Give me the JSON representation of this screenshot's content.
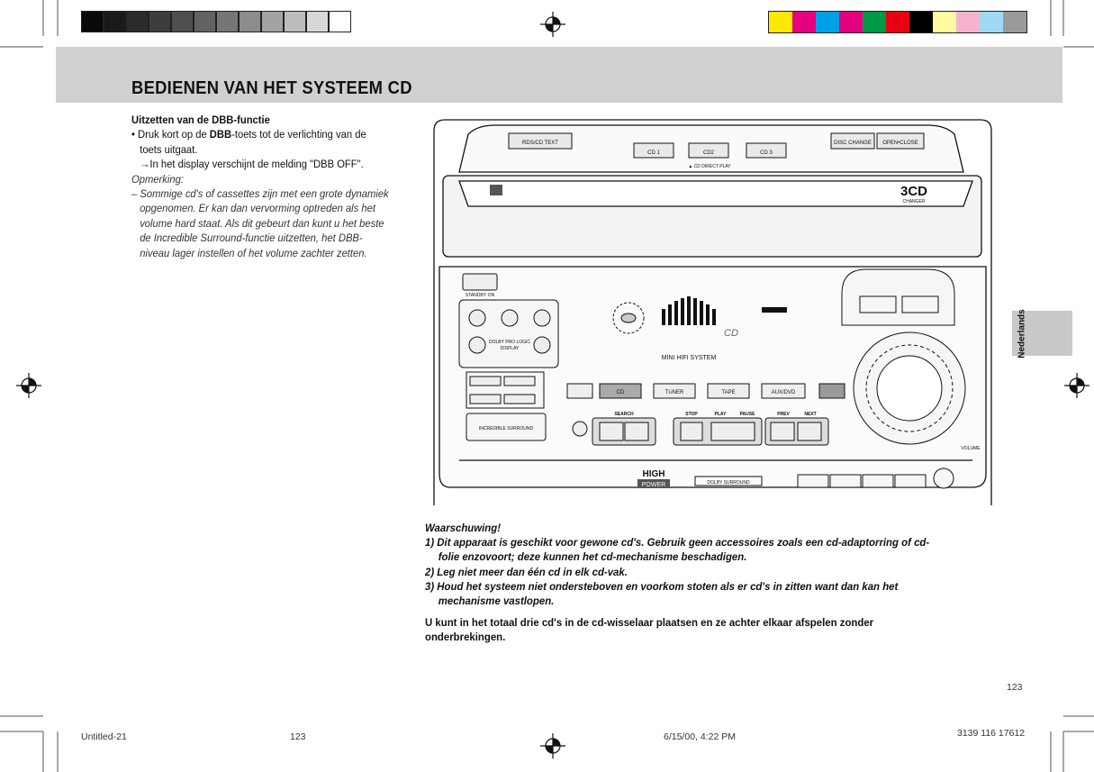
{
  "grey_squares": [
    "#0a0a0a",
    "#1a1a1a",
    "#2b2b2b",
    "#3d3d3d",
    "#4f4f4f",
    "#626262",
    "#767676",
    "#8c8c8c",
    "#a3a3a3",
    "#bcbcbc",
    "#d7d7d7",
    "#ffffff"
  ],
  "color_squares": [
    "#ffe800",
    "#e4007f",
    "#00a0e9",
    "#e4007f",
    "#009944",
    "#e60012",
    "#000000",
    "#fffaa0",
    "#f5b3cf",
    "#9fd9f6",
    "#9a9a9a"
  ],
  "heading": "BEDIENEN VAN HET SYSTEEM CD",
  "dbb": {
    "subtitle": "Uitzetten van de DBB-functie",
    "bullet_pre": "• Druk kort op de ",
    "bullet_key": "DBB",
    "bullet_post": "-toets tot de verlichting van de",
    "bullet_line2": "toets uitgaat.",
    "result": "→In het display verschijnt de melding \"DBB OFF\".",
    "note_label": "Opmerking:",
    "note_lines": [
      "– Sommige cd's of cassettes zijn met een grote dynamiek",
      "opgenomen. Er kan dan vervorming optreden als het",
      "volume hard staat. Als dit gebeurt dan kunt u het beste",
      "de Incredible Surround-functie uitzetten, het DBB-",
      "niveau lager instellen of het volume zachter zetten."
    ]
  },
  "side_tab": "Nederlands",
  "device": {
    "btn_rds": "RDS/CD TEXT",
    "btn_cd1": "CD 1",
    "btn_cd2": "CD2",
    "btn_cd3": "CD 3",
    "cd_direct": "▲ CD DIRECT PLAY",
    "btn_disc_change": "DISC CHANGE",
    "btn_open_close": "OPEN•CLOSE",
    "badge_3cd": "3CD",
    "badge_changer": "CHANGER",
    "standby": "STANDBY·ON",
    "dolby_label": "DOLBY PRO LOGIC",
    "display_label": "DISPLAY",
    "mini_hifi": "MINI HIFI SYSTEM",
    "display_cd": "CD",
    "incredible": "INCREDIBLE SURROUND",
    "source_cd": "CD",
    "source_tuner": "TUNER",
    "source_tape": "TAPE",
    "source_aux": "AUX/DVD",
    "btn_search": "SEARCH",
    "btn_stop": "STOP",
    "btn_play": "PLAY",
    "btn_pause": "PAUSE",
    "btn_prev": "PREV",
    "btn_next": "NEXT",
    "high": "HIGH",
    "power": "POWER",
    "dolby_surround": "DOLBY SURROUND",
    "volume": "VOLUME"
  },
  "warning": {
    "title": "Waarschuwing!",
    "item1a": "1) Dit apparaat is geschikt voor gewone cd's. Gebruik geen accessoires zoals een cd-adaptorring of cd-",
    "item1b": "folie enzovoort; deze kunnen het cd-mechanisme beschadigen.",
    "item2": "2) Leg niet meer dan één cd in elk cd-vak.",
    "item3a": "3) Houd het systeem niet ondersteboven en voorkom stoten als er cd's in zitten want dan kan het",
    "item3b": "mechanisme vastlopen.",
    "para1": "U kunt in het totaal drie cd's in de cd-wisselaar plaatsen en ze achter elkaar afspelen zonder",
    "para2": "onderbrekingen."
  },
  "page_number": "123",
  "footer": {
    "file": "Untitled-21",
    "page": "123",
    "date": "6/15/00, 4:22 PM",
    "code": "3139 116 17612"
  }
}
